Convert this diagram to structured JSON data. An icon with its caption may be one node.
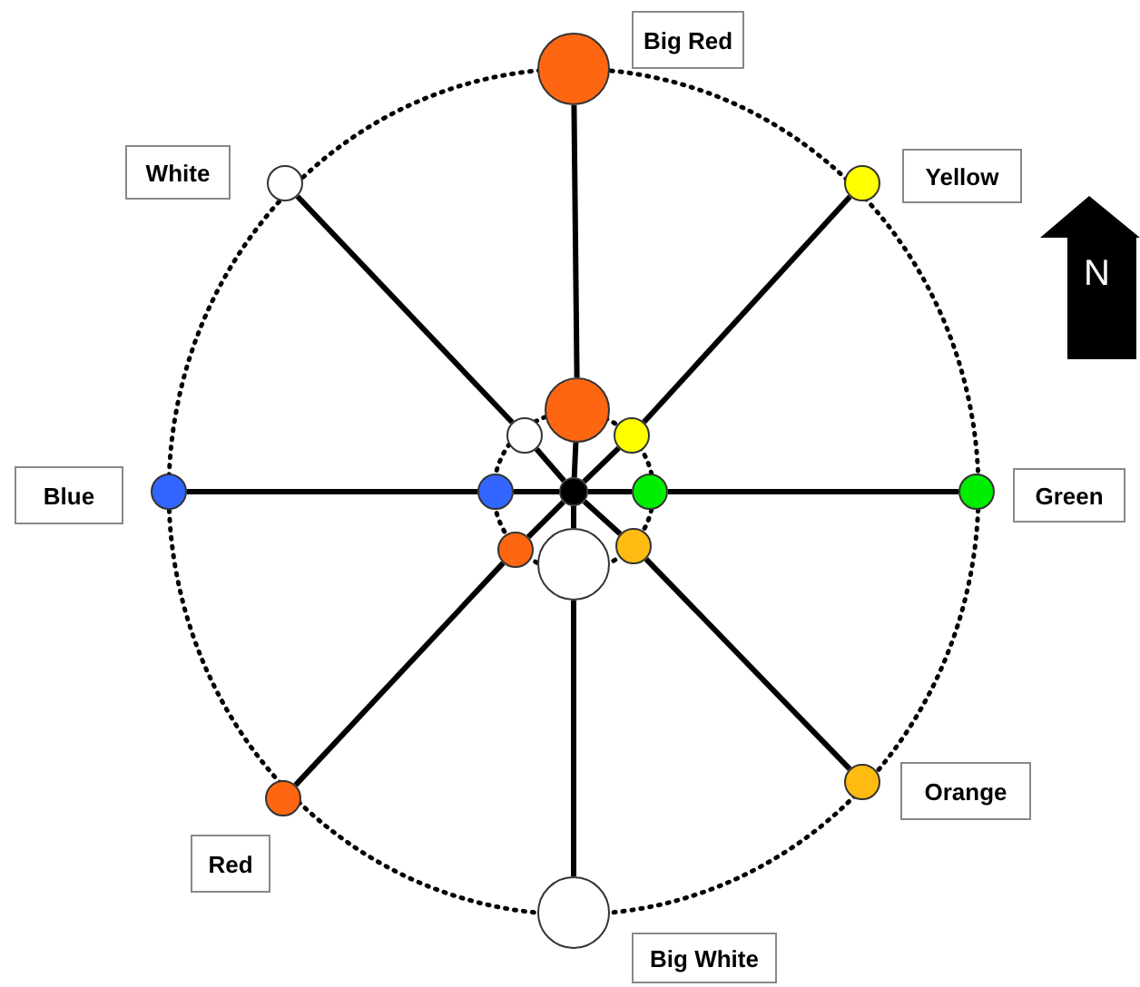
{
  "diagram": {
    "nodes": [
      {
        "text": [],
        "shape": "circle"
      },
      {
        "text": [],
        "shape": "circle"
      },
      {
        "text": [],
        "shape": "circle"
      },
      {
        "text": [],
        "shape": "circle"
      },
      {
        "text": [],
        "shape": "circle"
      },
      {
        "text": [],
        "shape": "circle"
      },
      {
        "text": [],
        "shape": "circle"
      },
      {
        "text": [],
        "shape": "circle"
      },
      {
        "text": [],
        "shape": "circle"
      },
      {
        "text": [],
        "shape": "circle"
      },
      {
        "text": [],
        "shape": "circle"
      },
      {
        "text": [],
        "shape": "circle"
      },
      {
        "text": [],
        "shape": "circle"
      },
      {
        "text": [],
        "shape": "circle"
      },
      {
        "text": [],
        "shape": "circle"
      },
      {
        "text": [],
        "shape": "circle"
      },
      {
        "text": [],
        "shape": "circle"
      },
      {
        "text": [
          "Big Red"
        ]
      },
      {
        "text": [
          "Yellow"
        ]
      },
      {
        "text": [
          "Green"
        ]
      },
      {
        "text": [
          "Orange"
        ]
      },
      {
        "text": [
          "Big White"
        ]
      },
      {
        "text": [
          "Red"
        ]
      },
      {
        "text": [
          "Blue"
        ]
      },
      {
        "text": [
          "White"
        ]
      }
    ],
    "edges": [
      {
        "from": 0,
        "to": 8,
        "arrow": "none"
      },
      {
        "from": 1,
        "to": 9,
        "arrow": "none"
      },
      {
        "from": 2,
        "to": 10,
        "arrow": "none"
      },
      {
        "from": 3,
        "to": 11,
        "arrow": "none"
      },
      {
        "from": 4,
        "to": 12,
        "arrow": "none"
      },
      {
        "from": 5,
        "to": 13,
        "arrow": "none"
      },
      {
        "from": 6,
        "to": 14,
        "arrow": "none"
      },
      {
        "from": 7,
        "to": 15,
        "arrow": "none"
      },
      {
        "from": 8,
        "to": 16,
        "arrow": "none"
      },
      {
        "from": 9,
        "to": 16,
        "arrow": "none"
      },
      {
        "from": 10,
        "to": 16,
        "arrow": "none"
      },
      {
        "from": 11,
        "to": 16,
        "arrow": "none"
      },
      {
        "from": 12,
        "to": 16,
        "arrow": "none"
      },
      {
        "from": 13,
        "to": 16,
        "arrow": "none"
      },
      {
        "from": 14,
        "to": 16,
        "arrow": "none"
      },
      {
        "from": 15,
        "to": 16,
        "arrow": "none"
      }
    ],
    "labels": [
      "N"
    ]
  }
}
